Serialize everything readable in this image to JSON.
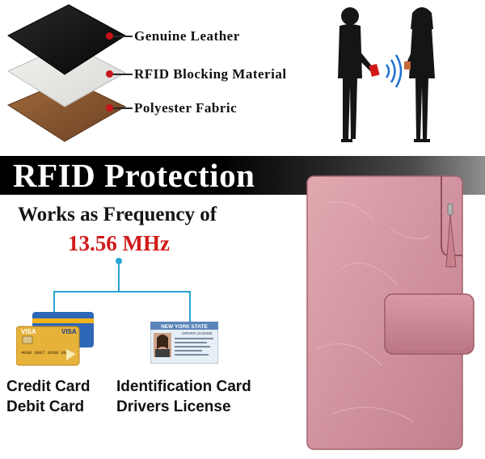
{
  "layers": [
    {
      "label": "Genuine Leather",
      "color": "#111111"
    },
    {
      "label": "RFID Blocking Material",
      "color": "#e8e8e6"
    },
    {
      "label": "Polyester Fabric",
      "color": "#8a5a32"
    }
  ],
  "banner": {
    "title": "RFID Protection"
  },
  "frequency": {
    "line1": "Works as Frequency of",
    "value": "13.56 MHz"
  },
  "cards": [
    {
      "title": "Credit Card",
      "subtitle": "Debit Card"
    },
    {
      "title": "Identification Card",
      "subtitle": "Drivers License"
    }
  ],
  "card_art": {
    "visa": "VISA",
    "number": "4000 0987 0000 0000",
    "id_header": "NEW YORK STATE",
    "id_sub": "DRIVER LICENSE"
  },
  "colors": {
    "accent_red": "#d11a1a",
    "connector_blue": "#2aa3d4",
    "wallet_pink": "#d79aa3"
  }
}
